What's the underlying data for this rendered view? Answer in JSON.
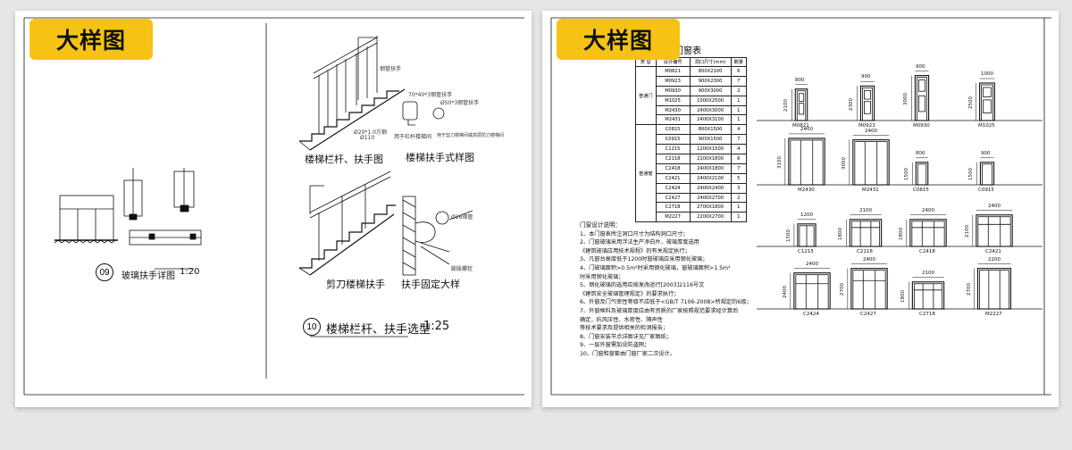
{
  "left_page": {
    "badge": "大样图",
    "captions": {
      "glass_detail": "玻璃扶手详图",
      "glass_scale": "1:20",
      "glass_num": "09",
      "stair_rail": "楼梯栏杆、扶手图",
      "handrail_style": "楼梯扶手式样图",
      "scissor": "剪刀楼梯扶手",
      "handrail_fix": "扶手固定大样",
      "selection": "楼梯栏杆、扶手选型",
      "selection_scale": "1:25",
      "selection_num": "10"
    },
    "small_labels": {
      "steel_handrail": "钢管扶手",
      "profile_1": "70*40*3钢管扶手",
      "profile_2": "Ø50*3钢管扶手",
      "rod": "Ø20*1.0方钢",
      "plate": "Ø110",
      "note_1": "用于栏杆楼梯间",
      "note_2": "用于剪刀楼梯间或高层防刀楼梯间",
      "pipe": "Ø26钢管",
      "bolt": "膨胀螺栓"
    }
  },
  "right_page": {
    "badge": "大样图",
    "table_title": "门窗表",
    "table_headers": [
      "类 型",
      "设计编号",
      "洞口尺寸(mm)",
      "数量"
    ],
    "groups": [
      {
        "name": "普通门",
        "rows": [
          [
            "M0821",
            "800X2100",
            "6"
          ],
          [
            "M0923",
            "900X2300",
            "7"
          ],
          [
            "M0930",
            "900X3000",
            "2"
          ],
          [
            "M1025",
            "1000X2500",
            "1"
          ],
          [
            "M2430",
            "2400X3000",
            "1"
          ],
          [
            "M2431",
            "2400X3100",
            "1"
          ]
        ]
      },
      {
        "name": "普通窗",
        "rows": [
          [
            "C0815",
            "800X1500",
            "4"
          ],
          [
            "C0915",
            "900X1500",
            "7"
          ],
          [
            "C1215",
            "1200X1500",
            "4"
          ],
          [
            "C2118",
            "2100X1800",
            "6"
          ],
          [
            "C2418",
            "2400X1800",
            "7"
          ],
          [
            "C2421",
            "2400X2100",
            "5"
          ],
          [
            "C2424",
            "2400X2400",
            "3"
          ],
          [
            "C2427",
            "2400X2700",
            "2"
          ],
          [
            "C2718",
            "2700X1800",
            "1"
          ],
          [
            "M2227",
            "2200X2700",
            "1"
          ]
        ]
      }
    ],
    "notes_title": "门窗设计说明：",
    "notes": [
      "1、本门窗表所注洞口尺寸为结构洞口尺寸；",
      "2、门窗玻璃采用浮法生产净白片，玻璃厚度选用",
      "《建筑玻璃应用技术规程》的有关规定执行；",
      "3、凡窗台高度低于1200时窗玻璃应采用钢化玻璃；",
      "4、门玻璃面积>0.5m²时采用钢化玻璃，窗玻璃面积>1.5m²",
      "时采用钢化玻璃；",
      "5、钢化玻璃的选用应按发改运行[2003]2116号文",
      "《建筑安全玻璃管理规定》的要求执行；",
      "6、外窗及门气密性等级不应低于<GB/T 7106-2008>所规定的6级；",
      "7、外窗框料及玻璃厚度应由有资质的厂家按照规范要求经计算后",
      "确定，抗风压性、水密性、隔声性",
      "等技术要求及提供相关的检测报告；",
      "8、门窗安装节点详图详见厂家图纸；",
      "9、一层外窗需加设防盗网；",
      "10、门窗和窗套由门窗厂家二次设计。"
    ],
    "elevations": [
      {
        "code": "M0821",
        "w": "800",
        "h": "2100"
      },
      {
        "code": "M0923",
        "w": "900",
        "h": "2300"
      },
      {
        "code": "M0930",
        "w": "900",
        "h": "3000"
      },
      {
        "code": "M1025",
        "w": "1000",
        "h": "2500"
      },
      {
        "code": "M2430",
        "w": "2400",
        "h": "3100"
      },
      {
        "code": "M2431",
        "w": "2400",
        "h": "3000"
      },
      {
        "code": "C0815",
        "w": "800",
        "h": "1500"
      },
      {
        "code": "C0915",
        "w": "900",
        "h": "1500"
      },
      {
        "code": "C1215",
        "w": "1200",
        "h": "1500"
      },
      {
        "code": "C2118",
        "w": "2100",
        "h": "1800"
      },
      {
        "code": "C2418",
        "w": "2400",
        "h": "1800"
      },
      {
        "code": "C2421",
        "w": "2400",
        "h": "2100"
      },
      {
        "code": "C2424",
        "w": "2400",
        "h": "2400"
      },
      {
        "code": "C2427",
        "w": "2400",
        "h": "2700"
      },
      {
        "code": "C2718",
        "w": "2100",
        "h": "1800"
      },
      {
        "code": "M2227",
        "w": "2200",
        "h": "2700"
      }
    ]
  }
}
